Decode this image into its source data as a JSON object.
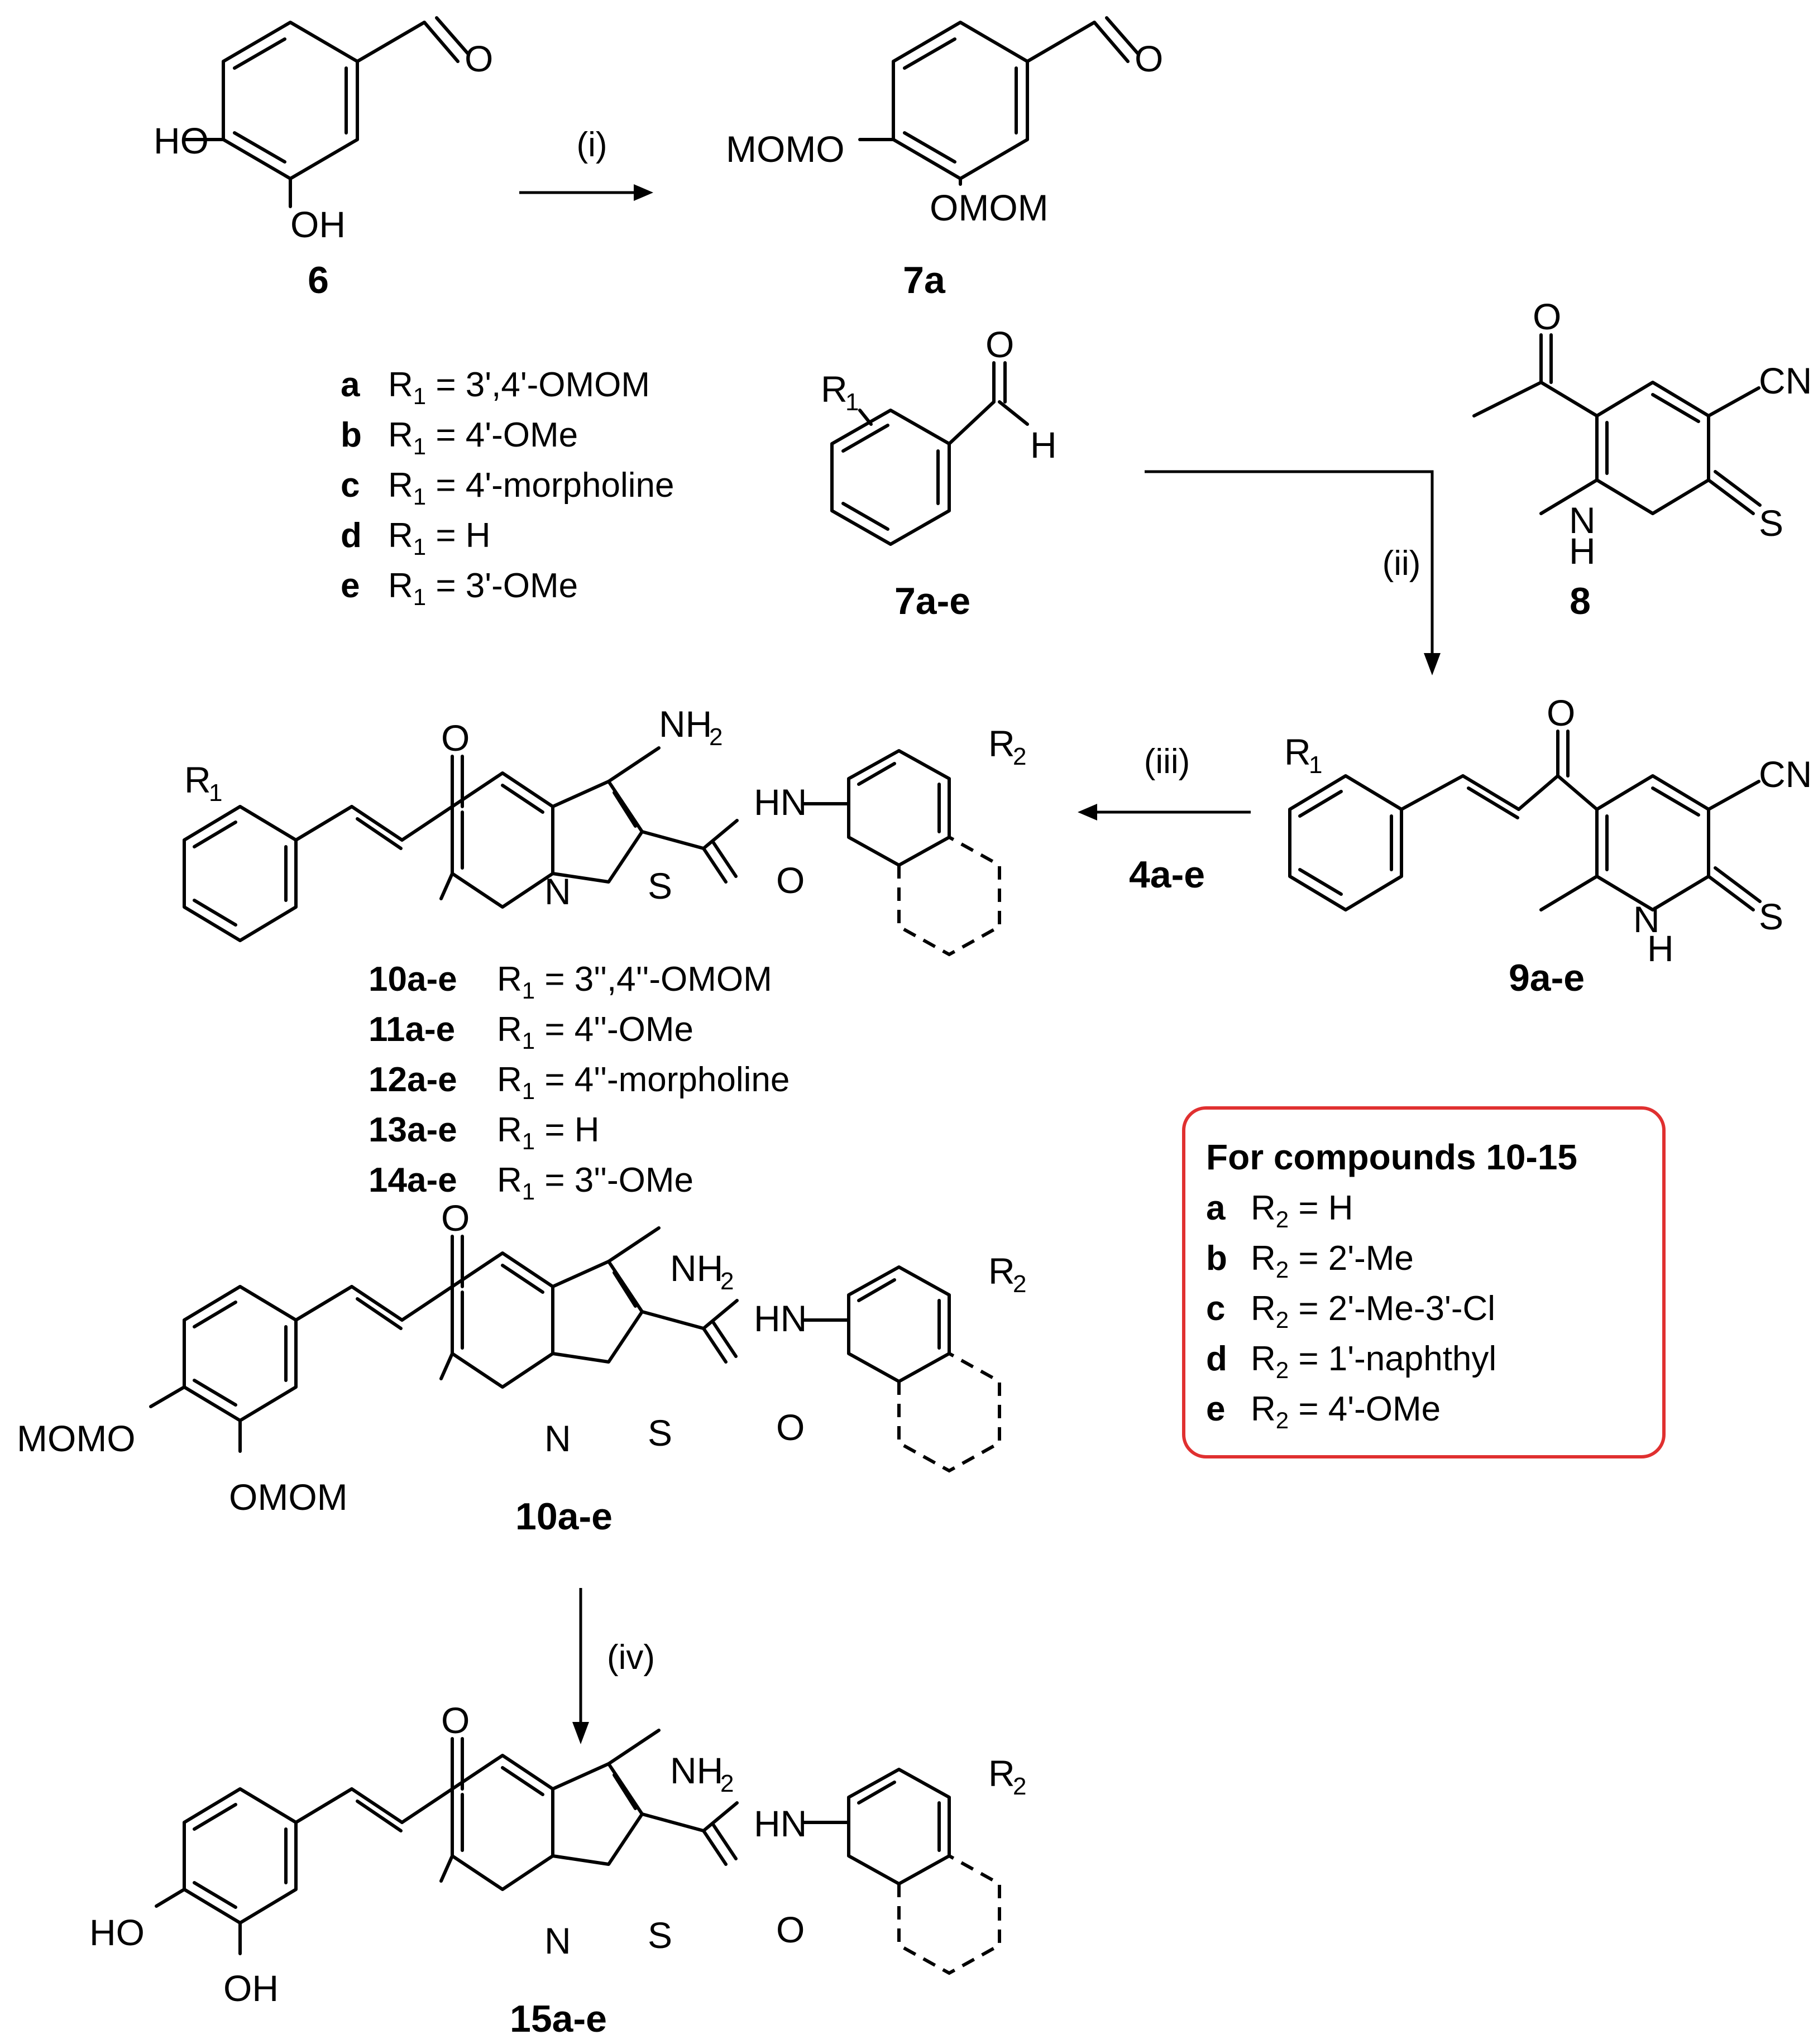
{
  "step_labels": {
    "i": "(i)",
    "ii": "(ii)",
    "iii": "(iii)",
    "iv": "(iv)",
    "iii_reagent": "4a-e"
  },
  "compounds": {
    "c6": "6",
    "c7a": "7a",
    "c7ae": "7a-e",
    "c8": "8",
    "c9ae": "9a-e",
    "c10ae": "10a-e",
    "c15ae": "15a-e"
  },
  "atoms": {
    "HO": "HO",
    "OH": "OH",
    "O": "O",
    "MOMO": "MOMO",
    "OMOM": "OMOM",
    "H": "H",
    "CN": "CN",
    "N": "N",
    "S": "S",
    "NH": "N",
    "NH_H": "H",
    "NH2": "NH",
    "sub2": "2",
    "HN": "HN",
    "R": "R",
    "sub1": "1"
  },
  "r1_list": [
    {
      "key": "a",
      "text": "R",
      "sub": "1",
      "rest": " = 3',4'-OMOM"
    },
    {
      "key": "b",
      "text": "R",
      "sub": "1",
      "rest": " = 4'-OMe"
    },
    {
      "key": "c",
      "text": "R",
      "sub": "1",
      "rest": " = 4'-morpholine"
    },
    {
      "key": "d",
      "text": "R",
      "sub": "1",
      "rest": " = H"
    },
    {
      "key": "e",
      "text": "R",
      "sub": "1",
      "rest": " = 3'-OMe"
    }
  ],
  "series_list": [
    {
      "key": "10a-e",
      "text": "R",
      "sub": "1",
      "rest": " = 3'',4''-OMOM"
    },
    {
      "key": "11a-e",
      "text": "R",
      "sub": "1",
      "rest": " = 4''-OMe"
    },
    {
      "key": "12a-e",
      "text": "R",
      "sub": "1",
      "rest": " = 4''-morpholine"
    },
    {
      "key": "13a-e",
      "text": "R",
      "sub": "1",
      "rest": " = H"
    },
    {
      "key": "14a-e",
      "text": "R",
      "sub": "1",
      "rest": " = 3''-OMe"
    }
  ],
  "r2_box": {
    "title": "For compounds 10-15",
    "items": [
      {
        "key": "a",
        "text": "R",
        "sub": "2",
        "rest": " = H"
      },
      {
        "key": "b",
        "text": "R",
        "sub": "2",
        "rest": " = 2'-Me"
      },
      {
        "key": "c",
        "text": "R",
        "sub": "2",
        "rest": " = 2'-Me-3'-Cl"
      },
      {
        "key": "d",
        "text": "R",
        "sub": "2",
        "rest": " = 1'-naphthyl"
      },
      {
        "key": "e",
        "text": "R",
        "sub": "2",
        "rest": " = 4'-OMe"
      }
    ],
    "border_color": "#e03030"
  }
}
